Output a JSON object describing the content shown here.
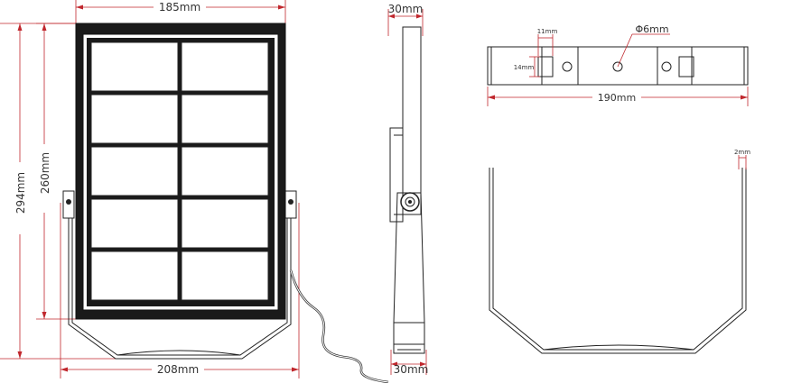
{
  "front_view": {
    "width_label": "185mm",
    "height_label": "294mm",
    "panel_height_label": "260mm",
    "bracket_width_label": "208mm"
  },
  "side_view": {
    "top_label": "30mm",
    "bottom_label": "30mm"
  },
  "bracket_top_view": {
    "slot_width_label": "11mm",
    "slot_height_label": "14mm",
    "hole_label": "Φ6mm",
    "length_label": "190mm"
  },
  "bracket_front_view": {
    "thickness_label": "2mm"
  },
  "colors": {
    "dimension_line": "#c0272d",
    "outline": "#222222",
    "text": "#333333"
  }
}
